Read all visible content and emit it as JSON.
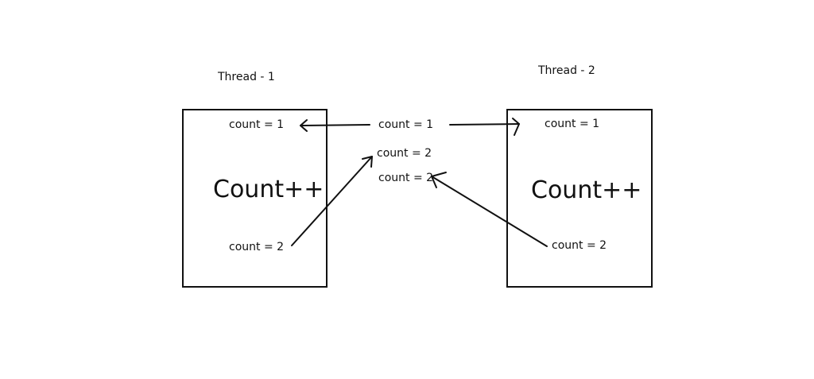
{
  "thread1": {
    "title": "Thread - 1",
    "read_value": "count = 1",
    "operation": "Count++",
    "write_value": "count = 2"
  },
  "thread2": {
    "title": "Thread - 2",
    "read_value": "count = 1",
    "operation": "Count++",
    "write_value": "count = 2"
  },
  "shared_memory": {
    "initial_value": "count = 1",
    "write_from_thread1": "count = 2",
    "write_from_thread2": "count = 2"
  }
}
